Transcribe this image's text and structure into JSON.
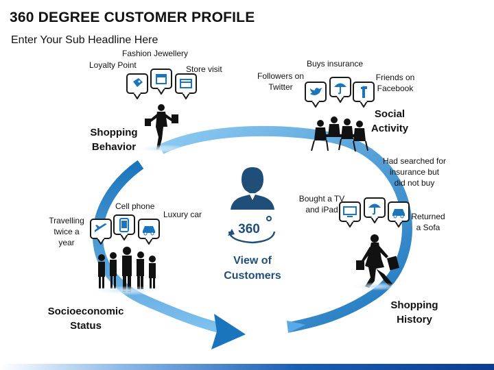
{
  "header": {
    "title": "360 DEGREE CUSTOMER PROFILE",
    "subtitle": "Enter Your Sub Headline Here"
  },
  "center": {
    "badge": "360",
    "caption_line1": "View of",
    "caption_line2": "Customers"
  },
  "segments": {
    "shopping_behavior": {
      "title_line1": "Shopping",
      "title_line2": "Behavior",
      "items": [
        "Loyalty Point",
        "Fashion Jewellery",
        "Store visit"
      ]
    },
    "social_activity": {
      "title_line1": "Social",
      "title_line2": "Activity",
      "items": [
        "Followers on Twitter",
        "Buys insurance",
        "Friends on Facebook"
      ],
      "item_lines": {
        "followers_1": "Followers on",
        "followers_2": "Twitter",
        "friends_1": "Friends on",
        "friends_2": "Facebook"
      }
    },
    "shopping_history": {
      "title_line1": "Shopping",
      "title_line2": "History",
      "note_line1": "Had searched for",
      "note_line2": "insurance  but",
      "note_line3": "did not buy",
      "items": [
        "Bought a TV and iPad",
        "Returned a Sofa"
      ],
      "item_lines": {
        "tv_1": "Bought a TV",
        "tv_2": "and iPad",
        "sofa_1": "Returned",
        "sofa_2": "a Sofa"
      }
    },
    "socioeconomic_status": {
      "title_line1": "Socioeconomic",
      "title_line2": "Status",
      "items": [
        "Travelling twice a year",
        "Cell phone",
        "Luxury car"
      ],
      "item_lines": {
        "travel_1": "Travelling",
        "travel_2": "twice a",
        "travel_3": "year"
      }
    }
  },
  "colors": {
    "arrow_light": "#7ec0ee",
    "arrow_dark": "#1b75bc",
    "icon_stroke": "#1a1a1a",
    "caption": "#1f4e79",
    "silhouette": "#111111"
  },
  "icons": [
    "tag-icon",
    "shop-icon",
    "store-icon",
    "twitter-icon",
    "umbrella-icon",
    "facebook-icon",
    "tv-icon",
    "umbrella-icon",
    "car-icon",
    "plane-icon",
    "phone-icon",
    "car-icon",
    "person-icon",
    "rotate-360-icon"
  ]
}
